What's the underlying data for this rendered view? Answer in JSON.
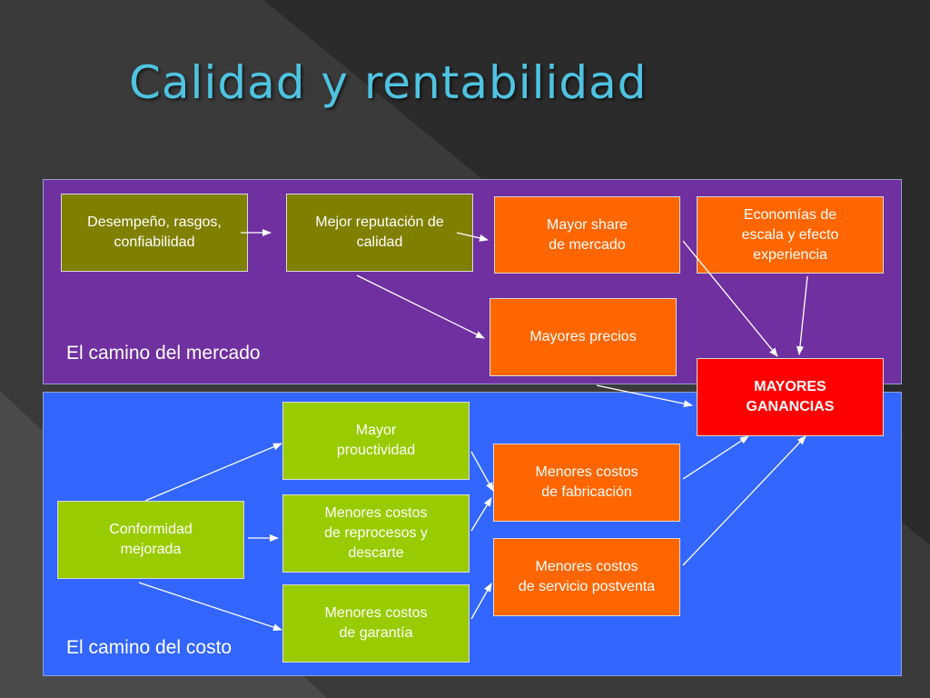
{
  "title": "Calidad y rentabilidad",
  "colors": {
    "background": "#2b2b2b",
    "title": "#4fc3e0",
    "market_panel": "#7030a0",
    "cost_panel": "#3366ff",
    "olive": "#7f7f00",
    "orange": "#ff6600",
    "lime": "#99cc00",
    "red": "#ff0000"
  },
  "market": {
    "label": "El camino del mercado",
    "desempeno": "Desempeño, rasgos,\nconfiabilidad",
    "reputacion": "Mejor reputación de\ncalidad",
    "share": "Mayor share\nde mercado",
    "economias": "Economías de\nescala y efecto\nexperiencia",
    "precios": "Mayores precios"
  },
  "ganancias": "MAYORES\nGANANCIAS",
  "cost": {
    "label": "El camino del costo",
    "conformidad": "Conformidad\nmejorada",
    "productividad": "Mayor\nprouctividad",
    "reprocesos": "Menores costos\nde reprocesos y\ndescarte",
    "garantia": "Menores costos\nde garantía",
    "fabricacion": "Menores costos\nde fabricación",
    "servicio": "Menores costos\nde servicio postventa"
  }
}
